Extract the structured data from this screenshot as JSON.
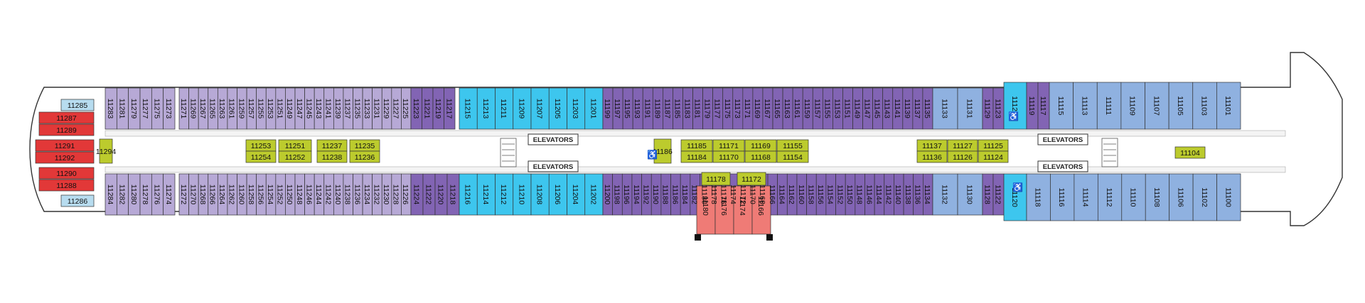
{
  "colors": {
    "lavender": "#b7a9d6",
    "violet": "#8264b4",
    "cyan": "#3dc6ee",
    "lightblue": "#8fb1e0",
    "red": "#e23838",
    "pink": "#ef7b76",
    "olive": "#bccb2d",
    "paleblue": "#b7dcef",
    "corridor": "#ffffff"
  },
  "elevators_label": "ELEVATORS",
  "cabins": {
    "aft": {
      "upper_outer": [
        "11285"
      ],
      "upper": [
        "11287",
        "11289"
      ],
      "center": [
        "11291",
        "11292"
      ],
      "lower": [
        "11290",
        "11288"
      ],
      "lower_outer": [
        "11286"
      ]
    },
    "lavender_top_1": [
      "11283",
      "11281",
      "11279",
      "11277",
      "11275",
      "11273"
    ],
    "lavender_top_2": [
      "11271",
      "11269",
      "11267",
      "11265",
      "11263",
      "11261",
      "11259",
      "11257",
      "11255",
      "11253",
      "11251",
      "11249",
      "11247",
      "11245",
      "11243",
      "11241",
      "11239",
      "11237",
      "11235",
      "11233",
      "11231",
      "11229",
      "11227",
      "11225"
    ],
    "lavender_bot_1": [
      "11284",
      "11282",
      "11280",
      "11278",
      "11276",
      "11274"
    ],
    "lavender_bot_2": [
      "11272",
      "11270",
      "11268",
      "11266",
      "11264",
      "11262",
      "11260",
      "11258",
      "11256",
      "11254",
      "11252",
      "11250",
      "11248",
      "11246",
      "11244",
      "11242",
      "11240",
      "11238",
      "11236",
      "11234",
      "11232",
      "11230",
      "11228",
      "11226"
    ],
    "violet_top_1": [
      "11223",
      "11221",
      "11219",
      "11217"
    ],
    "violet_bot_1": [
      "11224",
      "11222",
      "11220",
      "11218"
    ],
    "cyan_top": [
      "11215",
      "11213",
      "11211",
      "11209",
      "11207",
      "11205",
      "11203",
      "11201"
    ],
    "cyan_bot": [
      "11216",
      "11214",
      "11212",
      "11210",
      "11208",
      "11206",
      "11204",
      "11202"
    ],
    "violet_top_2": [
      "11199",
      "11197",
      "11195",
      "11193",
      "11191",
      "11189",
      "11187",
      "11185",
      "11183",
      "11181",
      "11179",
      "11177",
      "11175",
      "11173",
      "11171",
      "11169",
      "11167",
      "11165",
      "11163",
      "11161",
      "11159",
      "11157",
      "11155",
      "11153",
      "11151",
      "11149",
      "11147",
      "11145",
      "11143",
      "11141",
      "11139",
      "11137",
      "11135"
    ],
    "violet_bot_2": [
      "11200",
      "11198",
      "11196",
      "11194",
      "11192",
      "11190",
      "11188",
      "11186",
      "11184",
      "11182",
      "11180",
      "11178",
      "11176",
      "11174",
      "11172",
      "11170",
      "11168",
      "11166",
      "11164",
      "11162",
      "11160",
      "11158",
      "11156",
      "11154",
      "11152",
      "11150",
      "11148",
      "11146",
      "11144",
      "11142",
      "11140",
      "11138",
      "11136",
      "11134"
    ],
    "lightblue_top_1": [
      "11133",
      "11131"
    ],
    "lightblue_bot_1": [
      "11132",
      "11130"
    ],
    "violet_top_3": [
      "11129",
      "11123"
    ],
    "violet_bot_3": [
      "11128",
      "11122"
    ],
    "cyan_top_2": [
      "11121"
    ],
    "cyan_bot_2": [
      "11120"
    ],
    "violet_top_4": [
      "11119",
      "11117"
    ],
    "lightblue_top_2": [
      "11115",
      "11113",
      "11111",
      "11109",
      "11107",
      "11105",
      "11103",
      "11101"
    ],
    "lightblue_bot_2": [
      "11118",
      "11116",
      "11114",
      "11112",
      "11110",
      "11108",
      "11106",
      "11102",
      "11100"
    ],
    "inner_aft": [
      [
        "11253",
        "11254"
      ],
      [
        "11251",
        "11252"
      ],
      [
        "11237",
        "11238"
      ],
      [
        "11235",
        "11236"
      ]
    ],
    "inner_single": "11294",
    "inner_mid_single": "11186",
    "inner_mid": [
      [
        "11185",
        "11184"
      ],
      [
        "11171",
        "11170"
      ],
      [
        "11169",
        "11168"
      ],
      [
        "11155",
        "11154"
      ]
    ],
    "inner_fwd": [
      [
        "11137",
        "11136"
      ],
      [
        "11127",
        "11126"
      ],
      [
        "11125",
        "11124"
      ]
    ],
    "inner_fwd_single": "11104",
    "bump_top": [
      "11178",
      "11172"
    ],
    "bump_pink": [
      "11180",
      "11176",
      "11174",
      "11166"
    ]
  }
}
